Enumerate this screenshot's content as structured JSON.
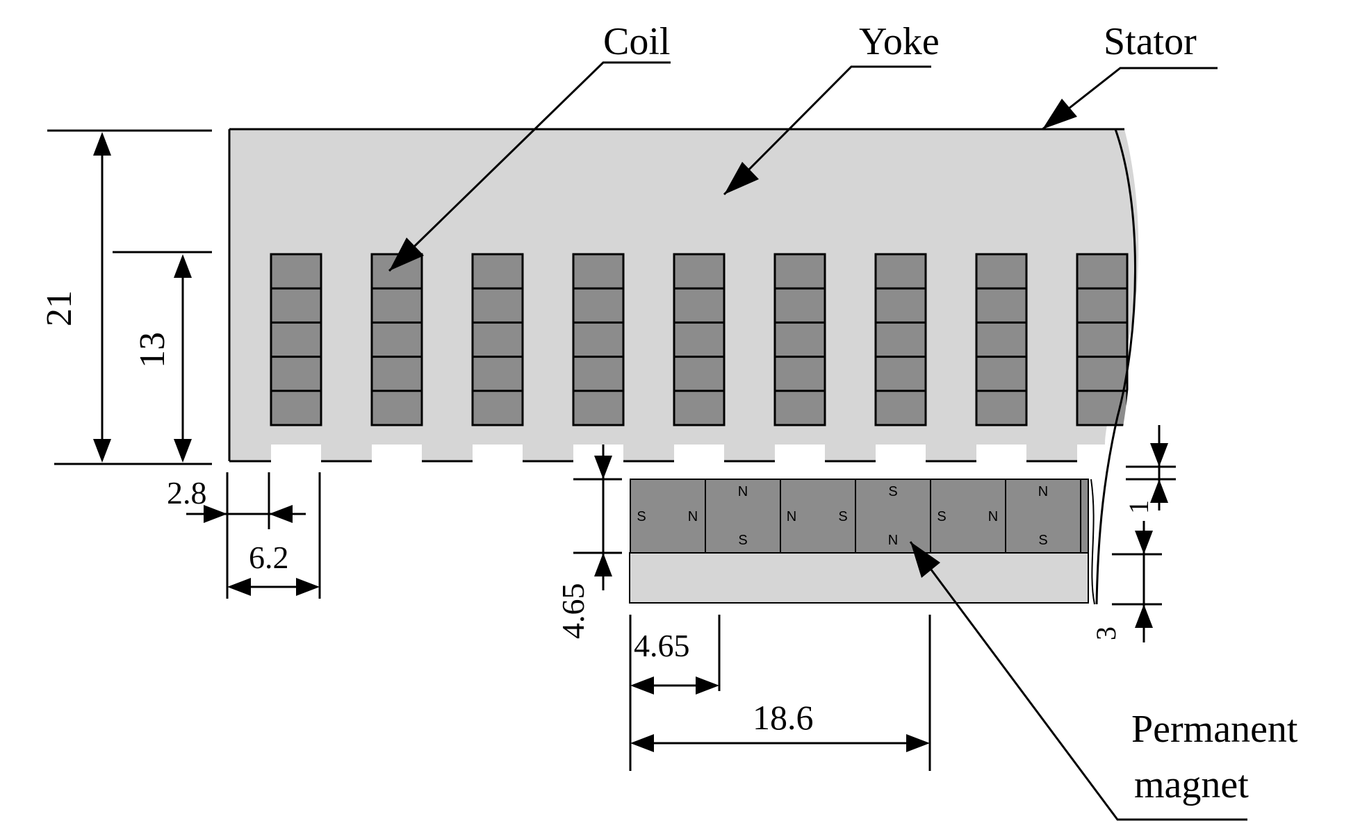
{
  "labels": {
    "coil": "Coil",
    "yoke": "Yoke",
    "stator": "Stator",
    "permanent_magnet_line1": "Permanent",
    "permanent_magnet_line2": "magnet"
  },
  "dimensions": {
    "stator_height": "21",
    "slot_depth": "13",
    "tooth_width": "2.8",
    "slot_pitch": "6.2",
    "magnet_height": "4.65",
    "magnet_width": "4.65",
    "pole_pitch": "18.6",
    "air_gap": "1",
    "back_iron": "3"
  },
  "magnets": [
    {
      "left": "S",
      "right": "N",
      "top": "",
      "bottom": ""
    },
    {
      "left": "",
      "right": "",
      "top": "N",
      "bottom": "S"
    },
    {
      "left": "N",
      "right": "S",
      "top": "",
      "bottom": ""
    },
    {
      "left": "",
      "right": "",
      "top": "S",
      "bottom": "N"
    },
    {
      "left": "S",
      "right": "N",
      "top": "",
      "bottom": ""
    },
    {
      "left": "",
      "right": "",
      "top": "N",
      "bottom": "S"
    }
  ],
  "colors": {
    "iron": "#d6d6d6",
    "coil": "#8c8c8c",
    "magnet": "#8c8c8c",
    "line": "#000000"
  }
}
